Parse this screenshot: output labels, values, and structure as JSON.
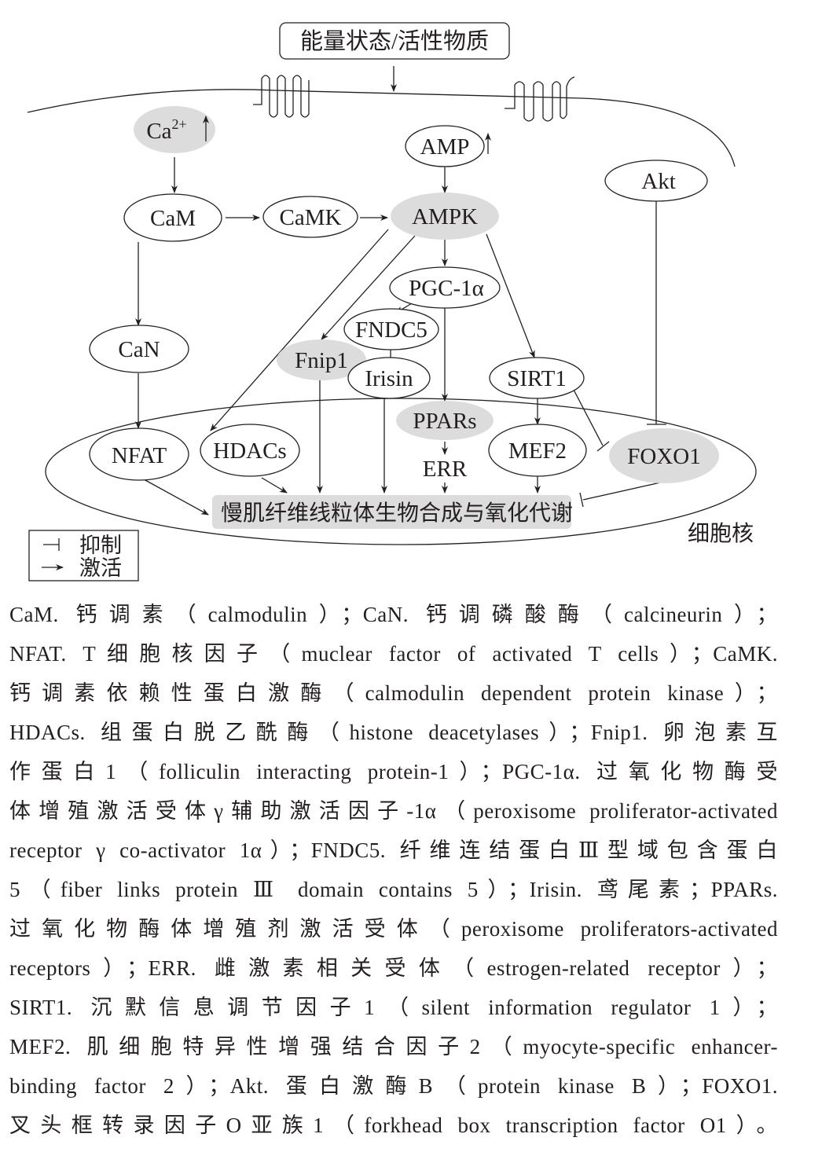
{
  "diagram": {
    "stimulus": "能量状态/活性物质",
    "nodes": {
      "ca": "Ca",
      "ca_sup": "2+",
      "amp": "AMP",
      "akt": "Akt",
      "cam": "CaM",
      "camk": "CaMK",
      "ampk": "AMPK",
      "pgc": "PGC-1α",
      "fndc5": "FNDC5",
      "fnip1": "Fnip1",
      "irisin": "Irisin",
      "sirt1": "SIRT1",
      "can": "CaN",
      "ppars": "PPARs",
      "nfat": "NFAT",
      "hdacs": "HDACs",
      "err": "ERR",
      "mef2": "MEF2",
      "foxo1": "FOXO1"
    },
    "output": "慢肌纤维线粒体生物合成与氧化代谢",
    "nucleus_label": "细胞核",
    "legend": {
      "inhibit": "抑制",
      "activate": "激活"
    }
  },
  "caption": [
    "CaM. 钙调素（calmodulin）；CaN. 钙调磷酸酶（calcineurin）；",
    "NFAT. T细胞核因子（muclear factor of activated T cells）；CaMK.",
    "钙调素依赖性蛋白激酶（calmodulin dependent protein kinase）；",
    "HDACs. 组蛋白脱乙酰酶（histone deacetylases）；Fnip1. 卵泡素互",
    "作蛋白1（folliculin interacting protein-1）；PGC-1α. 过氧化物酶受",
    "体增殖激活受体γ辅助激活因子-1α（peroxisome proliferator-activated",
    "receptor γ co-activator 1α）；FNDC5. 纤维连结蛋白Ⅲ型域包含蛋白",
    "5（fiber links protein Ⅲ domain contains 5）；Irisin. 鸢尾素；PPARs.",
    "过氧化物酶体增殖剂激活受体（peroxisome proliferators-activated",
    "receptors）；ERR. 雌激素相关受体（estrogen-related receptor）；",
    "SIRT1. 沉默信息调节因子1（silent information regulator 1）；",
    "MEF2. 肌细胞特异性增强结合因子2（myocyte-specific enhancer-",
    "binding factor 2）；Akt. 蛋白激酶B（protein kinase B）；FOXO1.",
    "叉头框转录因子O亚族1（forkhead box transcription factor O1）。"
  ]
}
